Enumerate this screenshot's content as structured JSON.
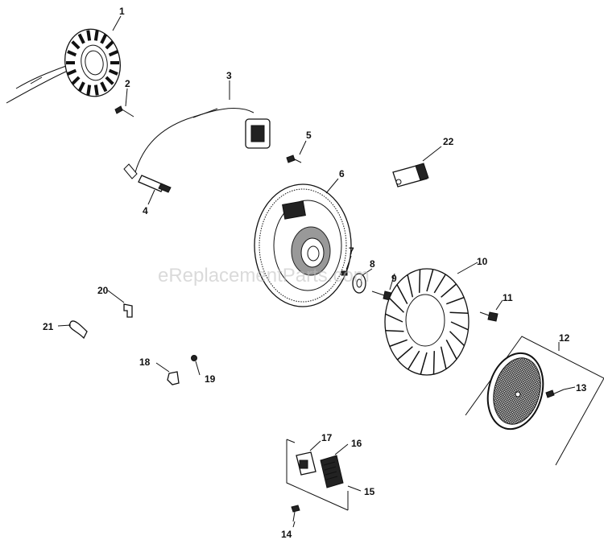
{
  "watermark": "eReplacementParts.com",
  "callouts": {
    "p1": "1",
    "p2": "2",
    "p3": "3",
    "p4": "4",
    "p5": "5",
    "p6": "6",
    "p7": "7",
    "p8": "8",
    "p9": "9",
    "p10": "10",
    "p11": "11",
    "p12": "12",
    "p13": "13",
    "p14": "14",
    "p15": "15",
    "p16": "16",
    "p17": "17",
    "p18": "18",
    "p19": "19",
    "p20": "20",
    "p21": "21",
    "p22": "22"
  }
}
